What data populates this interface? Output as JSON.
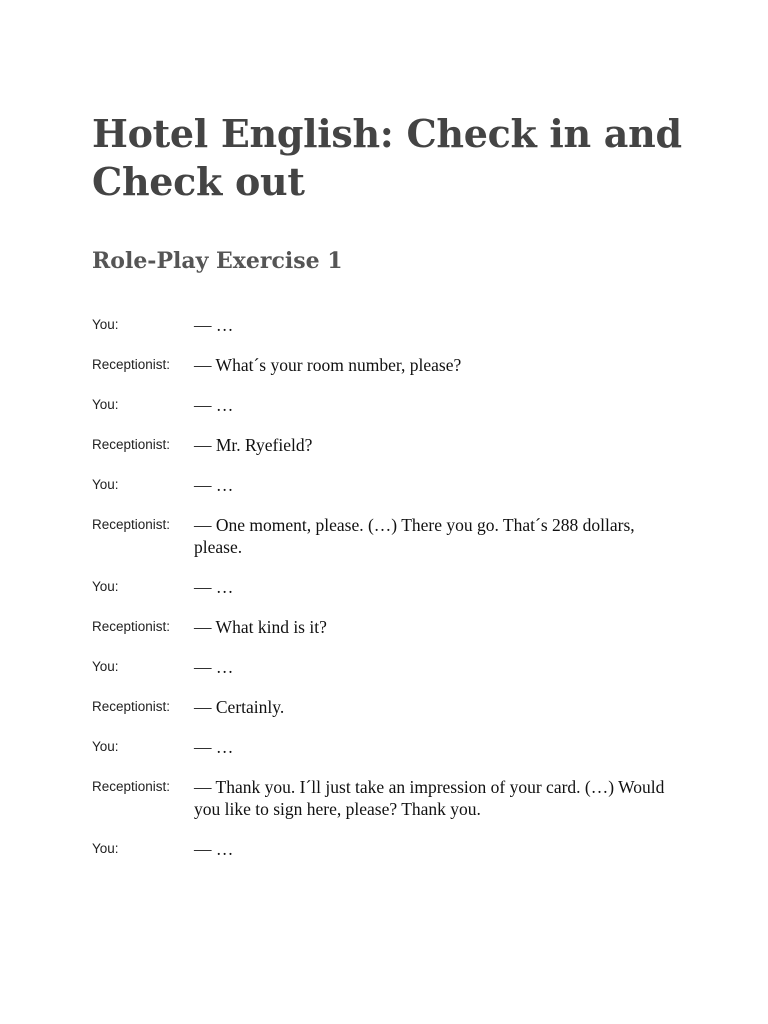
{
  "document": {
    "title": "Hotel English: Check in and Check out",
    "subtitle": "Role-Play Exercise 1",
    "dialogue": [
      {
        "speaker": "You:",
        "text": "— …"
      },
      {
        "speaker": "Receptionist:",
        "text": "— What´s your room number, please?"
      },
      {
        "speaker": "You:",
        "text": "— …"
      },
      {
        "speaker": "Receptionist:",
        "text": "— Mr. Ryefield?"
      },
      {
        "speaker": "You:",
        "text": "— …"
      },
      {
        "speaker": "Receptionist:",
        "text": "— One moment, please. (…) There you go. That´s 288 dollars, please."
      },
      {
        "speaker": "You:",
        "text": "— …"
      },
      {
        "speaker": "Receptionist:",
        "text": "— What kind is it?"
      },
      {
        "speaker": "You:",
        "text": "— …"
      },
      {
        "speaker": "Receptionist:",
        "text": "— Certainly."
      },
      {
        "speaker": "You:",
        "text": "— …"
      },
      {
        "speaker": "Receptionist:",
        "text": "— Thank you. I´ll just take an impression of your card. (…) Would you like to sign here, please? Thank you."
      },
      {
        "speaker": "You:",
        "text": "— …"
      }
    ]
  }
}
